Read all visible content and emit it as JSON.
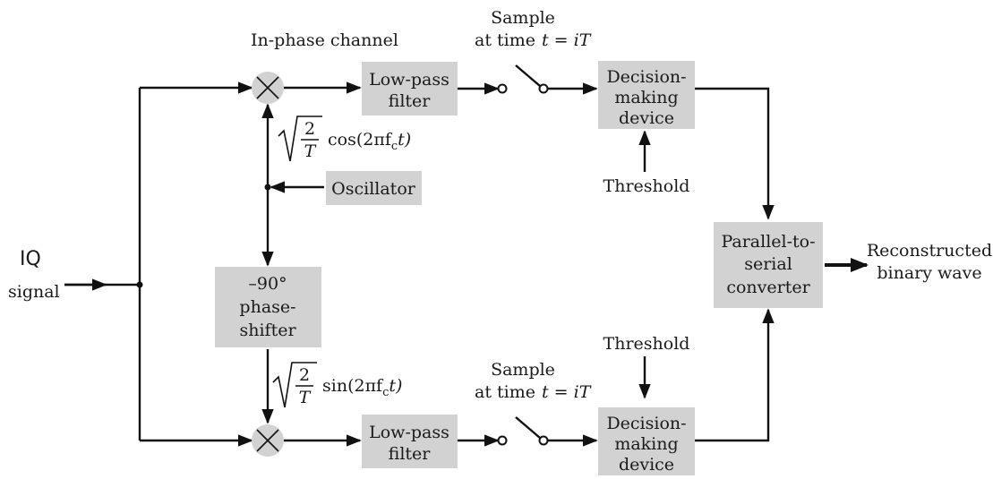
{
  "labels": {
    "input_iq": "IQ",
    "input_signal": "signal",
    "in_phase_channel": "In-phase channel",
    "sample_prefix": "at time",
    "sample_title": "Sample",
    "sample_eq": "t = iT",
    "lpf_line1": "Low-pass",
    "lpf_line2": "filter",
    "dec_line1": "Decision-",
    "dec_line2": "making",
    "dec_line3": "device",
    "threshold": "Threshold",
    "oscillator": "Oscillator",
    "shifter_line1": "–90°",
    "shifter_line2": "phase-",
    "shifter_line3": "shifter",
    "p2s_line1": "Parallel-to-",
    "p2s_line2": "serial",
    "p2s_line3": "converter",
    "output_line1": "Reconstructed",
    "output_line2": "binary wave",
    "sqrt_num": "2",
    "sqrt_den": "T",
    "cos_term": "cos(2πf",
    "sin_term": "sin(2πf",
    "sub_c": "c",
    "t_close": "t)"
  }
}
